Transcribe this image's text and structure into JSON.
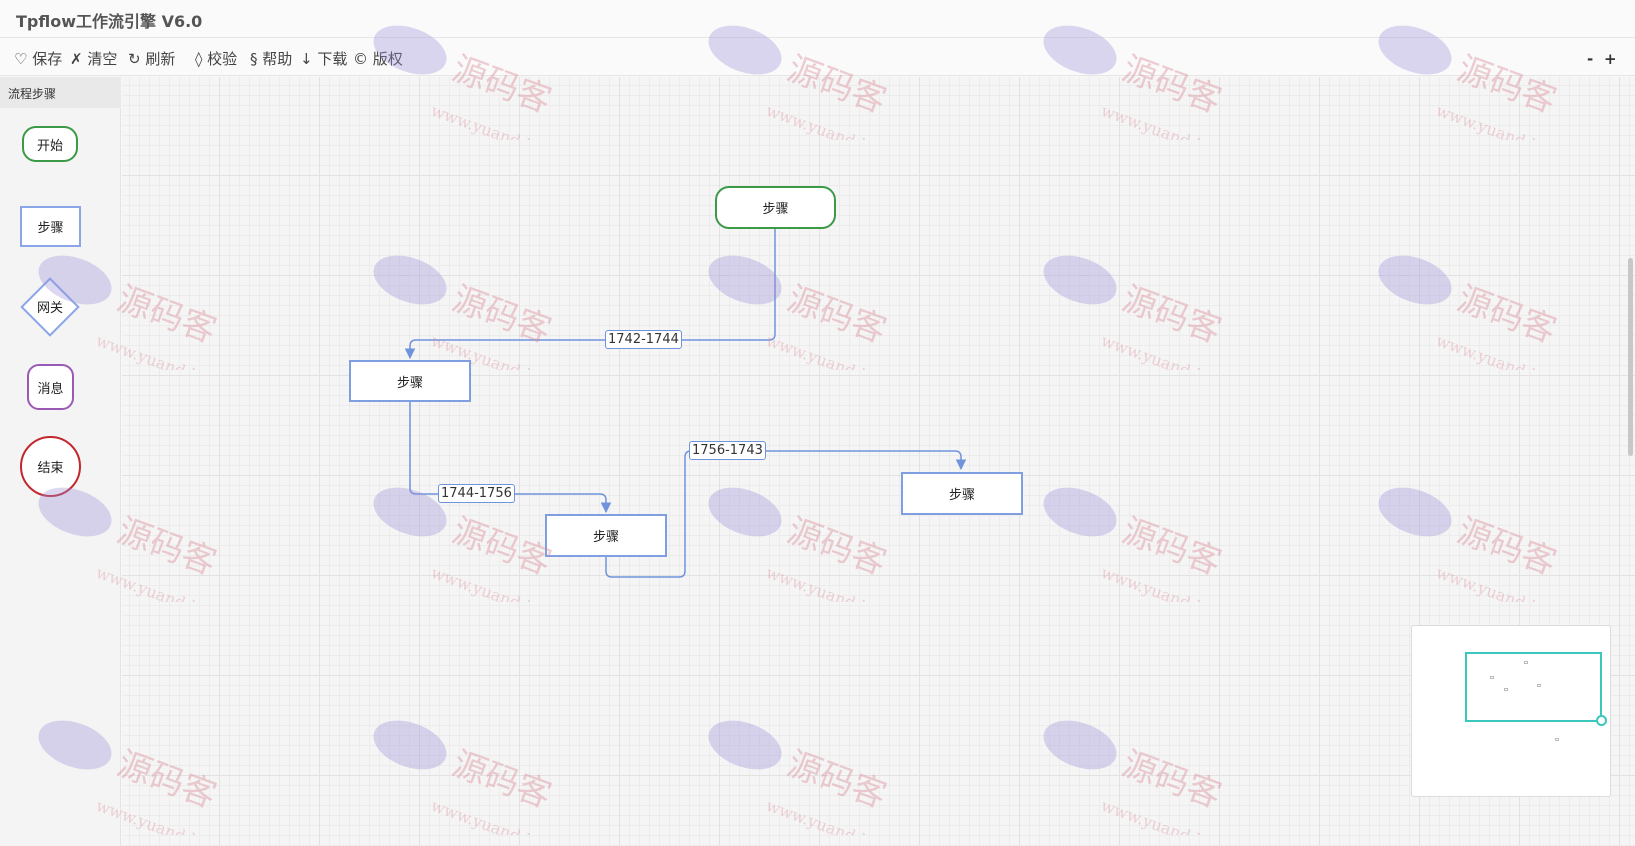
{
  "title": "Tpflow工作流引擎 V6.0",
  "toolbar": {
    "save": "♡ 保存",
    "clear": "✗ 清空",
    "refresh": "↻ 刷新",
    "check": "◊ 校验",
    "help": "§ 帮助",
    "download": "↓ 下载",
    "copyright": "© 版权",
    "zoom_out": "-",
    "zoom_in": "+"
  },
  "sidebar": {
    "title": "流程步骤",
    "items": [
      "开始",
      "步骤",
      "网关",
      "消息",
      "结束"
    ]
  },
  "canvas": {
    "nodes": [
      "步骤",
      "步骤",
      "步骤",
      "步骤"
    ],
    "edges": [
      "1742-1744",
      "1744-1756",
      "1756-1743"
    ]
  },
  "watermark": {
    "text": "源码客",
    "url": "www.yuandd.net"
  },
  "colors": {
    "edge": "#6f93dc",
    "rect_border": "#7f9fe0",
    "start_border": "#3c9a47",
    "gateway_border": "#8aa6e8",
    "message_border": "#9b59b6",
    "end_border": "#c0282e",
    "minimap_view": "#3cc7bd"
  }
}
